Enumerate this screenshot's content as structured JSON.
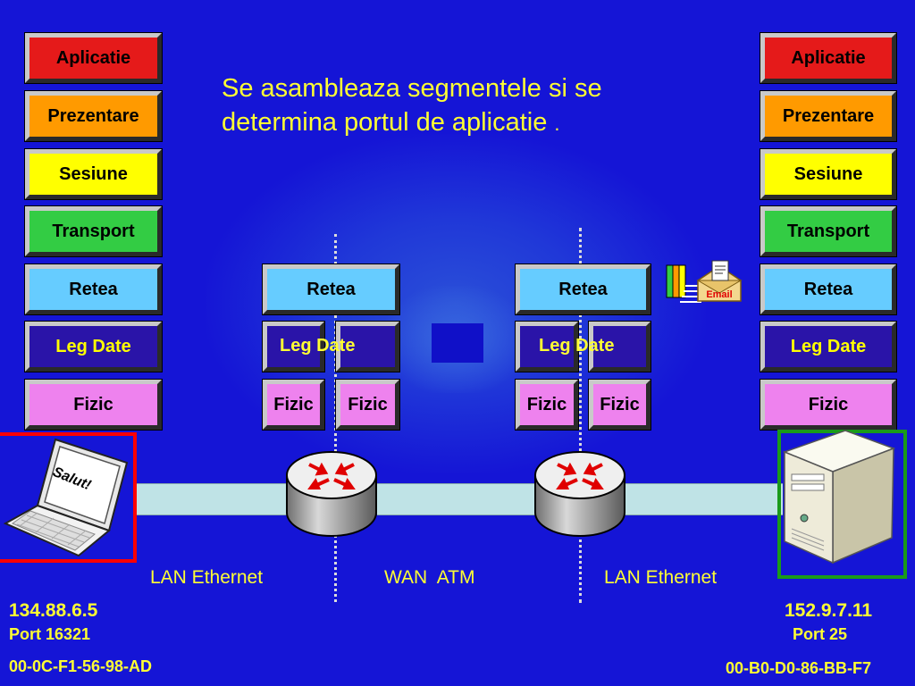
{
  "title": {
    "line1": "Se asambleaza segmentele si se",
    "line2": "determina portul de aplicatie",
    "dot": "."
  },
  "stack_left": {
    "aplicatie": "Aplicatie",
    "prezentare": "Prezentare",
    "sesiune": "Sesiune",
    "transport": "Transport",
    "retea": "Retea",
    "leg_date": "Leg Date",
    "fizic": "Fizic"
  },
  "stack_right": {
    "aplicatie": "Aplicatie",
    "prezentare": "Prezentare",
    "sesiune": "Sesiune",
    "transport": "Transport",
    "retea": "Retea",
    "leg_date": "Leg Date",
    "fizic": "Fizic"
  },
  "router1": {
    "retea": "Retea",
    "leg_date": "Leg Date",
    "fizic_a": "Fizic",
    "fizic_b": "Fizic"
  },
  "router2": {
    "retea": "Retea",
    "leg_date": "Leg Date",
    "fizic_a": "Fizic",
    "fizic_b": "Fizic"
  },
  "laptop_screen_text": "Salut!",
  "email_label": "Email",
  "networks": {
    "left": "LAN Ethernet",
    "middle": "WAN  ATM",
    "right": "LAN Ethernet"
  },
  "host_left": {
    "ip": "134.88.6.5",
    "port": "Port 16321",
    "mac": "00-0C-F1-56-98-AD"
  },
  "host_right": {
    "ip": "152.9.7.11",
    "port": "Port 25",
    "mac": "00-B0-D0-86-BB-F7"
  },
  "colors": {
    "background": "#1515d6",
    "aplicatie": "#e51a1a",
    "prezentare": "#ff9a00",
    "sesiune": "#ffff00",
    "transport": "#33cc44",
    "retea": "#66ccff",
    "leg_date": "#2a14a8",
    "fizic": "#ee82ee",
    "text_yellow": "#ffff33",
    "laptop_frame": "#ff0000",
    "server_frame": "#1a9a1a"
  },
  "icons": [
    "laptop-icon",
    "router-icon",
    "server-icon",
    "email-envelope-icon"
  ]
}
